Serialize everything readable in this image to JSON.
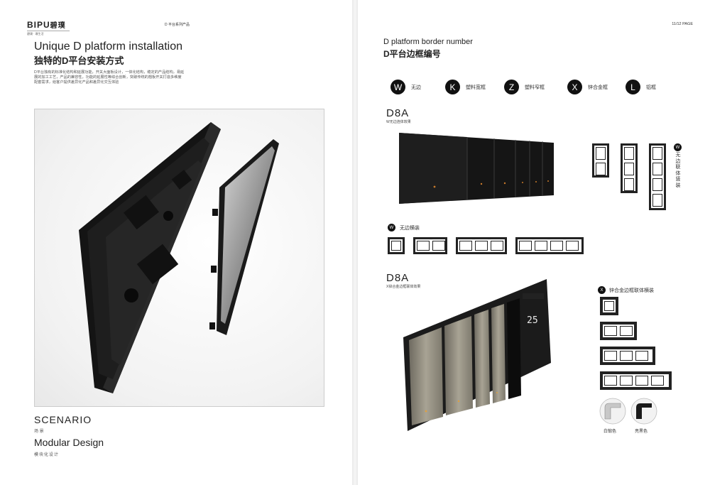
{
  "left": {
    "logo": {
      "word": "BIPU",
      "cn": "碧璞",
      "tagline": "碧璞 · 璞生活"
    },
    "series": "D 平台系列产品",
    "title_en": "Unique D platform installation",
    "title_cn": "独特的D平台安装方式",
    "intro": "D平台独有的标准化结构和延展功能，开关大面板设计，一体化结构，稳定的产品结构，易延展的加工工艺，产品的兼容性，功能的延展性等综合创新，突破传统的翘板开关打造多维度配套需求，给客户提供差异化产品和差异化交互体验",
    "scenario_en": "SCENARIO",
    "scenario_cn": "场 景",
    "modular_en": "Modular Design",
    "modular_cn": "模块化设计"
  },
  "right": {
    "page_number": "11/12 PAGE",
    "title_en": "D platform border number",
    "title_cn": "D平台边框编号",
    "legend": [
      {
        "letter": "W",
        "label": "无边"
      },
      {
        "letter": "K",
        "label": "塑料宽框"
      },
      {
        "letter": "Z",
        "label": "塑料窄框"
      },
      {
        "letter": "X",
        "label": "锌合金框"
      },
      {
        "letter": "L",
        "label": "铝框"
      }
    ],
    "model1": {
      "name": "D8A",
      "subtitle": "W无边连体效果"
    },
    "vertical": {
      "badge": "W",
      "label": "无边联体竖装"
    },
    "horizontal": {
      "badge": "W",
      "label": "无边横装"
    },
    "model2": {
      "name": "D8A",
      "subtitle": "X锌合金边框联体效果"
    },
    "zinc": {
      "badge": "X",
      "label": "锌合金边框联体横装"
    },
    "thermostat_reading": "25",
    "swatches": [
      {
        "label": "白锻色",
        "color": "#c8c8c8"
      },
      {
        "label": "亮黑色",
        "color": "#1a1a1a"
      }
    ]
  }
}
